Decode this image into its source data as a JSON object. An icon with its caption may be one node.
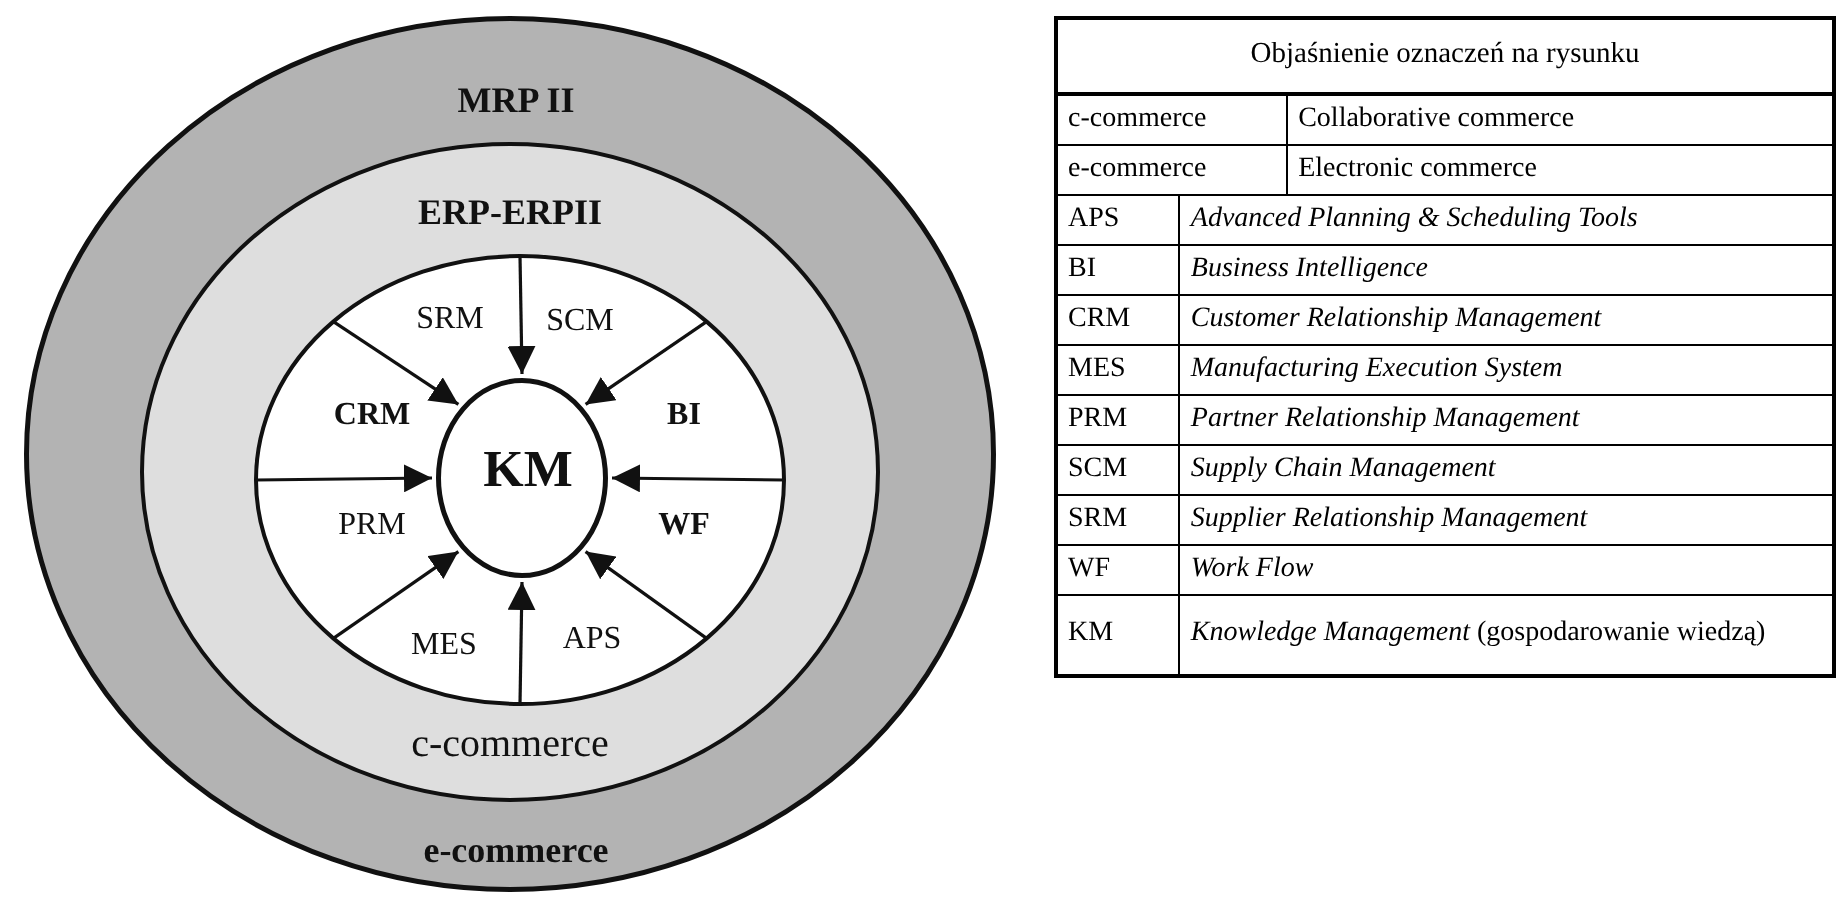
{
  "diagram": {
    "nodes": [
      {
        "text": [
          "MRP II",
          "e-commerce"
        ]
      },
      {
        "text": [
          "ERP-ERPII",
          "c-commerce"
        ],
        "in": 0
      },
      {
        "text": [
          "SRM",
          "SCM",
          "CRM",
          "BI",
          "PRM",
          "WF",
          "MES",
          "APS"
        ],
        "in": 1
      },
      {
        "text": [
          "KM"
        ],
        "in": 2
      }
    ],
    "edges": [
      {
        "from": 2,
        "to": 3,
        "arrow": "to"
      },
      {
        "from": 2,
        "to": 3,
        "arrow": "to"
      },
      {
        "from": 2,
        "to": 3,
        "arrow": "to"
      },
      {
        "from": 2,
        "to": 3,
        "arrow": "to"
      },
      {
        "from": 2,
        "to": 3,
        "arrow": "to"
      },
      {
        "from": 2,
        "to": 3,
        "arrow": "to"
      },
      {
        "from": 2,
        "to": 3,
        "arrow": "to"
      },
      {
        "from": 2,
        "to": 3,
        "arrow": "to"
      }
    ],
    "labels": [
      "Objaśnienie oznaczeń na rysunku",
      "c-commerce",
      "Collaborative commerce",
      "e-commerce",
      "Electronic commerce",
      "APS",
      "Advanced Planning & Scheduling Tools",
      "BI",
      "Business Intelligence",
      "CRM",
      "Customer Relationship Management",
      "MES",
      "Manufacturing Execution System",
      "PRM",
      "Partner Relationship Management",
      "SCM",
      "Supply Chain Management",
      "SRM",
      "Supplier Relationship Management",
      "WF",
      "Work Flow",
      "KM",
      "*Knowledge Management* (gospodarowanie wiedzą)"
    ]
  }
}
